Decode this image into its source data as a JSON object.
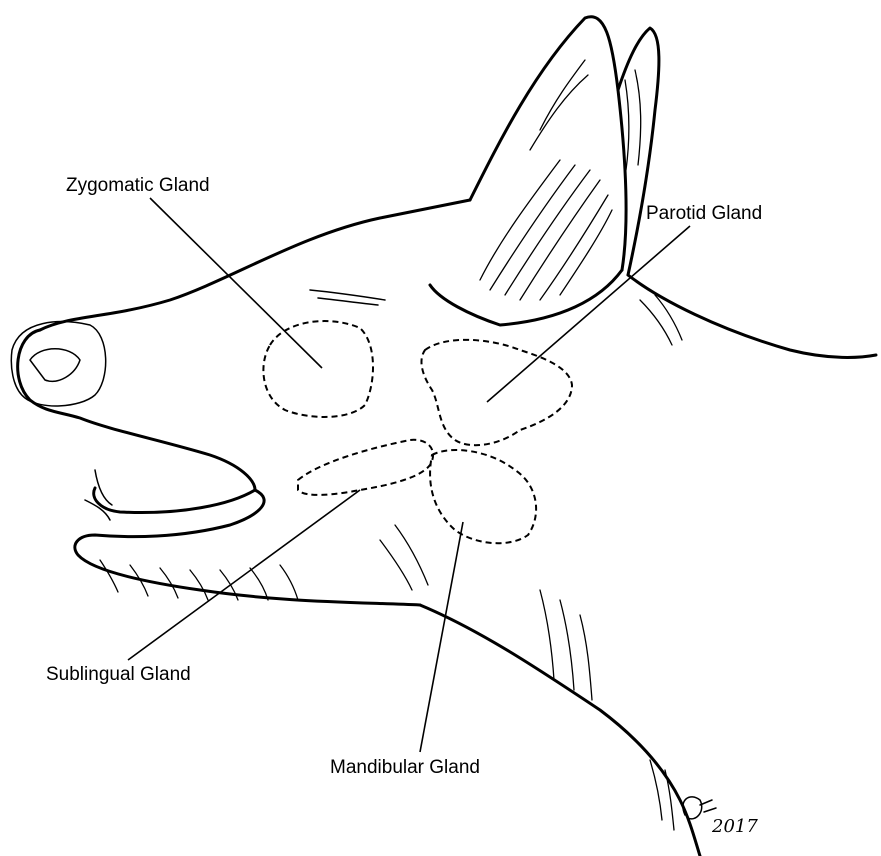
{
  "labels": {
    "zygomatic": "Zygomatic Gland",
    "parotid": "Parotid Gland",
    "sublingual": "Sublingual Gland",
    "mandibular": "Mandibular Gland"
  },
  "signature": "2017",
  "colors": {
    "ink": "#000000",
    "background": "#ffffff"
  }
}
